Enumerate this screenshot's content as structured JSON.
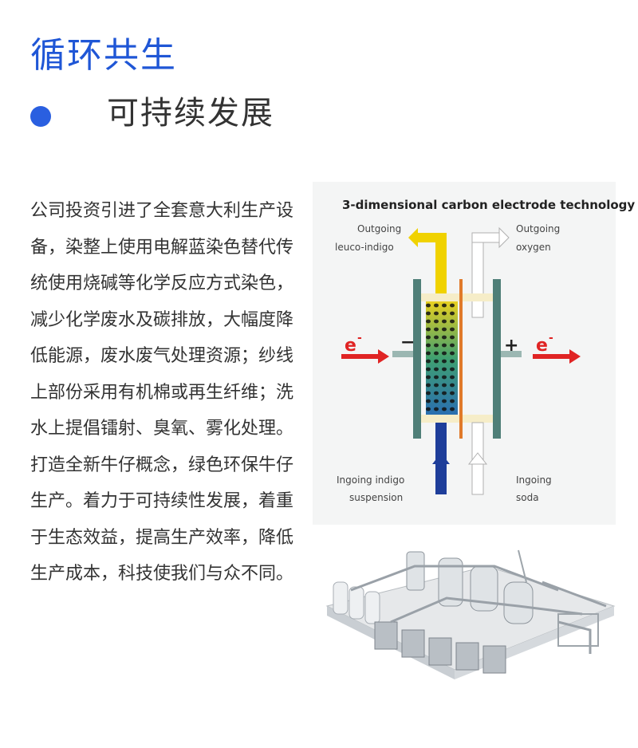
{
  "header": {
    "title": "循环共生",
    "subtitle": "可持续发展"
  },
  "body": {
    "paragraph": "公司投资引进了全套意大利生产设备，染整上使用电解蓝染色替代传统使用烧碱等化学反应方式染色，减少化学废水及碳排放，大幅度降低能源，废水废气处理资源；纱线上部份采用有机棉或再生纤维；洗水上提倡镭射、臭氧、雾化处理。打造全新牛仔概念，绿色环保牛仔生产。着力于可持续性发展，着重于生态效益，提高生产效率，降低生产成本，科技使我们与众不同。"
  },
  "diagram": {
    "title": "3-dimensional carbon electrode technology",
    "outgoing_leuco_1": "Outgoing",
    "outgoing_leuco_2": "leuco-indigo",
    "outgoing_oxygen_1": "Outgoing",
    "outgoing_oxygen_2": "oxygen",
    "ingoing_indigo_1": "Ingoing indigo",
    "ingoing_indigo_2": "suspension",
    "ingoing_soda_1": "Ingoing",
    "ingoing_soda_2": "soda",
    "electron_left": "e",
    "electron_right": "e",
    "electron_sup": "-",
    "minus_sign": "−",
    "plus_sign": "+"
  },
  "colors": {
    "title_blue": "#1f56d6",
    "bullet_blue": "#2a5fe0",
    "arrow_red": "#e02424",
    "leuco_yellow": "#f0d200",
    "indigo_blue": "#1e3e9a",
    "electrode_green": "#4f7f78"
  },
  "images": {
    "plant_machine": "industrial-dyeing-plant-illustration"
  }
}
